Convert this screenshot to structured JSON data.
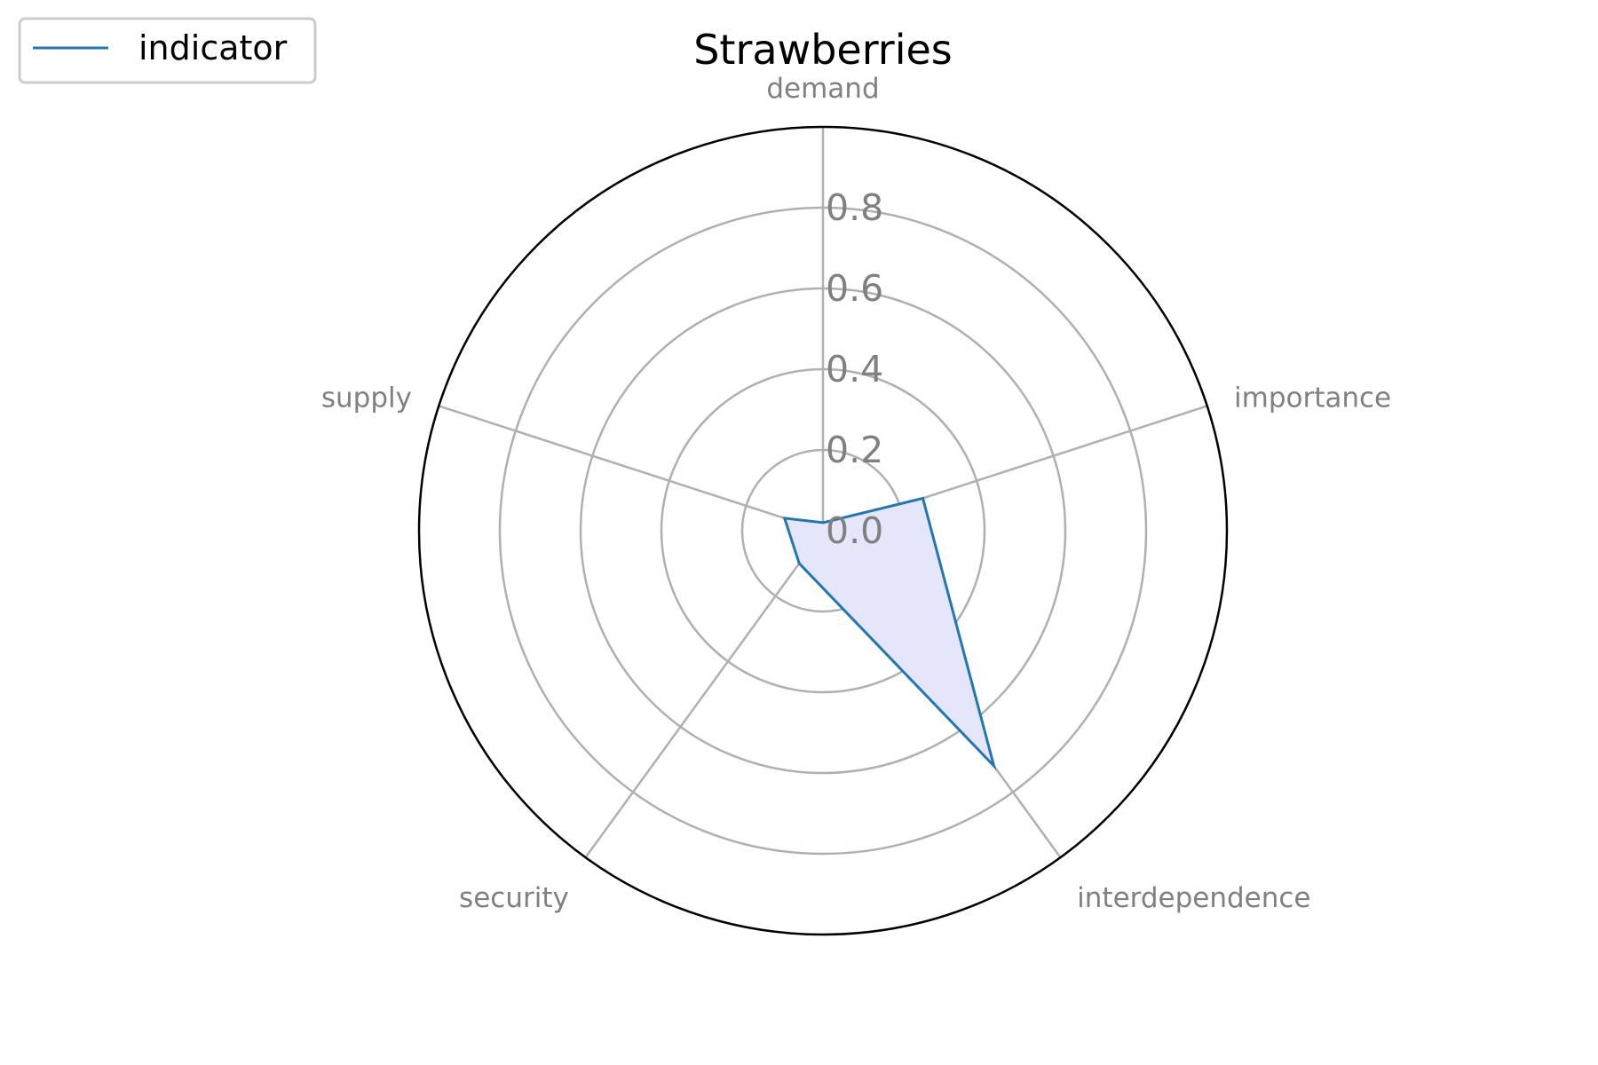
{
  "chart_data": {
    "type": "radar",
    "title": "Strawberries",
    "categories": [
      "demand",
      "importance",
      "interdependence",
      "security",
      "supply"
    ],
    "rticks": [
      "0.0",
      "0.2",
      "0.4",
      "0.6",
      "0.8"
    ],
    "rtick_values": [
      0.0,
      0.2,
      0.4,
      0.6,
      0.8
    ],
    "rmax": 1.0,
    "grid": true,
    "legend_position": "top-left",
    "series": [
      {
        "name": "indicator",
        "values": [
          0.02,
          0.26,
          0.72,
          0.1,
          0.1
        ],
        "line_color": "#1f77b4",
        "fill_color": "#e6e6fa"
      }
    ],
    "colors": {
      "grid": "#b0b0b0",
      "frame": "#000000",
      "labels": "#808080"
    }
  }
}
